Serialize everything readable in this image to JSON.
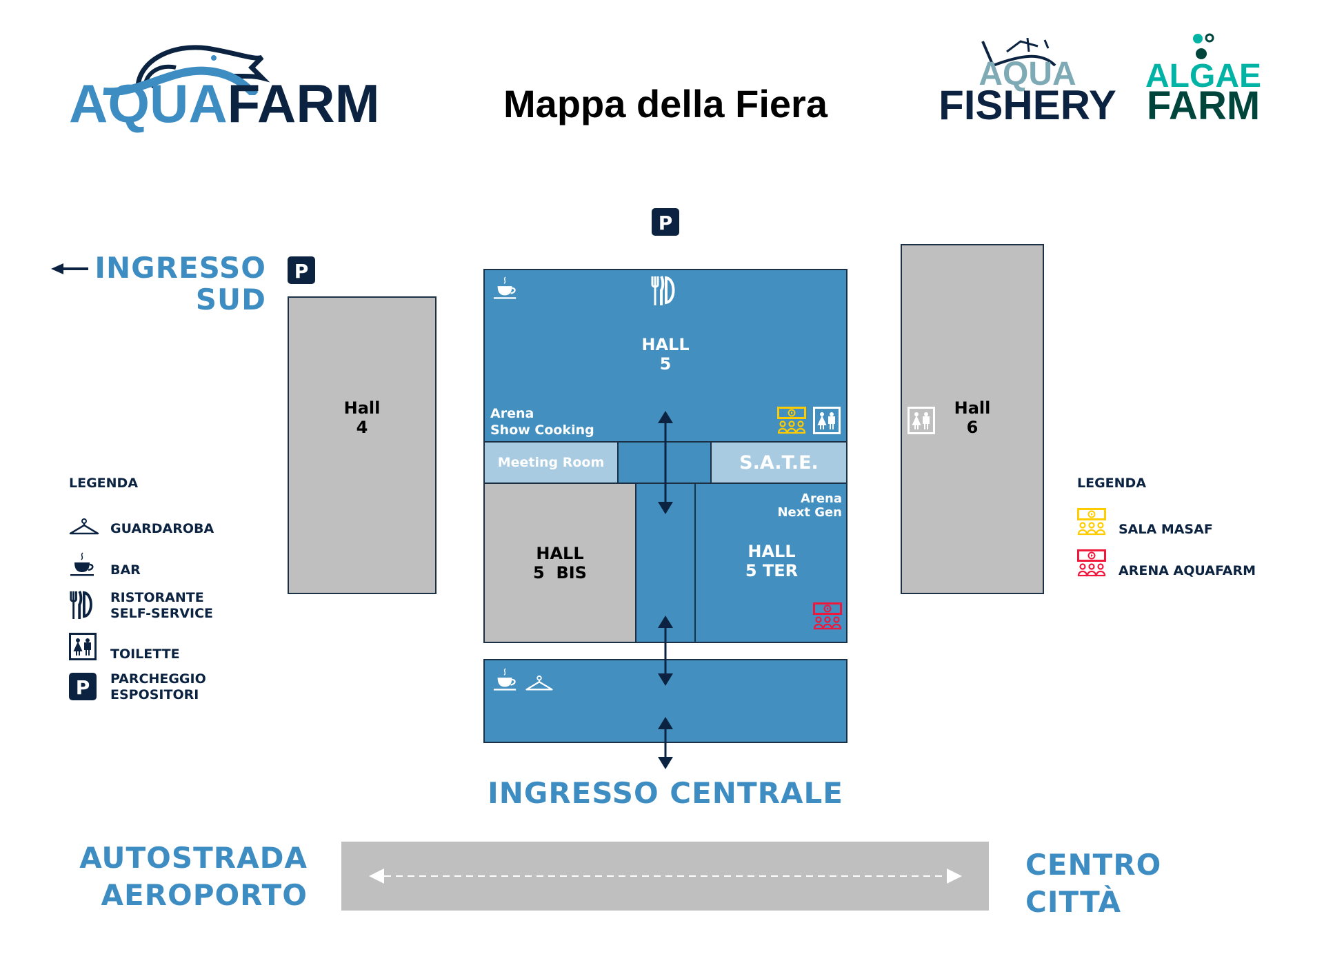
{
  "header": {
    "logo_left": {
      "part1": "AQUA",
      "part2": "FARM"
    },
    "title": "Mappa della Fiera",
    "logo_fishery": {
      "line1": "AQUA",
      "line2": "FISHERY"
    },
    "logo_algae": {
      "line1": "ALGAE",
      "line2": "FARM"
    }
  },
  "map": {
    "hall5": {
      "line1": "HALL",
      "line2": "5"
    },
    "arena_show_cooking": {
      "line1": "Arena",
      "line2": "Show Cooking"
    },
    "meeting_room": "Meeting Room",
    "sate": "S.A.T.E.",
    "hall5bis": {
      "line1": "HALL",
      "line2": "5  BIS"
    },
    "hall5ter": {
      "line1": "HALL",
      "line2": "5 TER"
    },
    "arena_next_gen": {
      "line1": "Arena",
      "line2": "Next Gen"
    },
    "hall4": {
      "line1": "Hall",
      "line2": "4"
    },
    "hall6": {
      "line1": "Hall",
      "line2": "6"
    },
    "ingresso_sud": {
      "line1": "INGRESSO",
      "line2": "SUD"
    },
    "ingresso_centrale": "INGRESSO CENTRALE",
    "parking_letter": "P",
    "left_road": {
      "line1": "AUTOSTRADA",
      "line2": "AEROPORTO"
    },
    "right_road": {
      "line1": "CENTRO",
      "line2": "CITTÀ"
    }
  },
  "legend_left": {
    "title": "LEGENDA",
    "items": [
      {
        "icon": "hanger-icon",
        "line1": "GUARDAROBA"
      },
      {
        "icon": "coffee-cup-icon",
        "line1": "BAR"
      },
      {
        "icon": "cutlery-icon",
        "line1": "RISTORANTE",
        "line2": "SELF-SERVICE"
      },
      {
        "icon": "toilet-icon",
        "line1": "TOILETTE"
      },
      {
        "icon": "parking-icon",
        "line1": "PARCHEGGIO",
        "line2": "ESPOSITORI"
      }
    ]
  },
  "legend_right": {
    "title": "LEGENDA",
    "items": [
      {
        "icon": "screen-audience-icon",
        "label": "SALA MASAF",
        "color": "#ffcc00"
      },
      {
        "icon": "screen-audience-icon",
        "label": "ARENA AQUAFARM",
        "color": "#f0163c"
      }
    ]
  },
  "colors": {
    "hall_blue": "#428fc0",
    "navy": "#0b2340",
    "text_blue": "#3d8cc2",
    "gray": "#bfbfbf",
    "light_blue": "#a8cbe2",
    "masaf": "#ffcc00",
    "aquafarm": "#f0163c"
  }
}
